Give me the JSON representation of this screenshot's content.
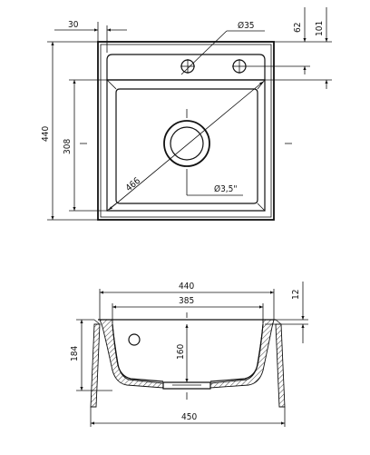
{
  "top_view": {
    "dim_wall": "30",
    "dim_tap_hole": "Ø35",
    "dim_62": "62",
    "dim_101": "101",
    "dim_width": "440",
    "dim_308": "308",
    "dim_diag": "466",
    "dim_drain": "Ø3,5\""
  },
  "section_view": {
    "dim_top": "440",
    "dim_inner": "385",
    "dim_rim": "12",
    "dim_height": "184",
    "dim_depth": "160",
    "dim_bottom": "450"
  }
}
